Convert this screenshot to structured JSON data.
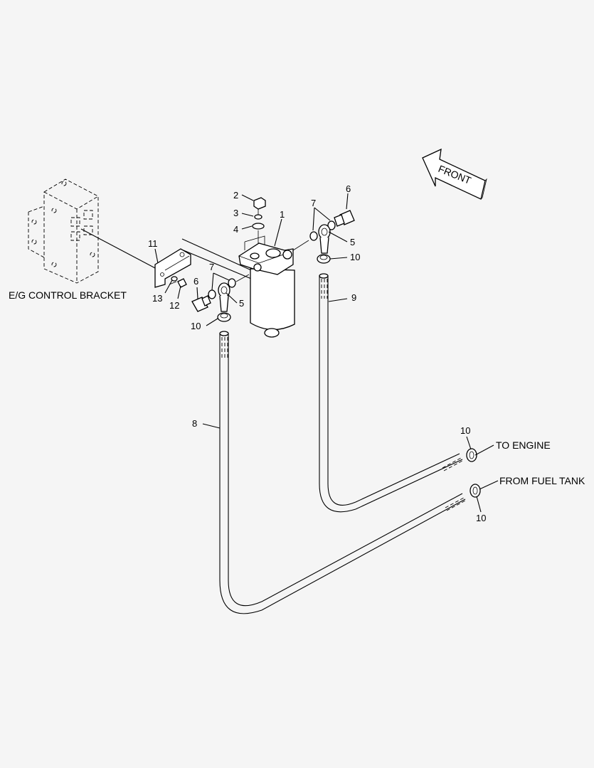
{
  "callouts": {
    "c1": "1",
    "c2": "2",
    "c3": "3",
    "c4": "4",
    "c5a": "5",
    "c5b": "5",
    "c6a": "6",
    "c6b": "6",
    "c7a": "7",
    "c7b": "7",
    "c8": "8",
    "c9": "9",
    "c10a": "10",
    "c10b": "10",
    "c10c": "10",
    "c10d": "10",
    "c11": "11",
    "c12": "12",
    "c13": "13"
  },
  "notes": {
    "eg_control_bracket": "E/G CONTROL BRACKET",
    "to_engine": "TO ENGINE",
    "from_fuel_tank": "FROM FUEL TANK",
    "front": "FRONT"
  }
}
